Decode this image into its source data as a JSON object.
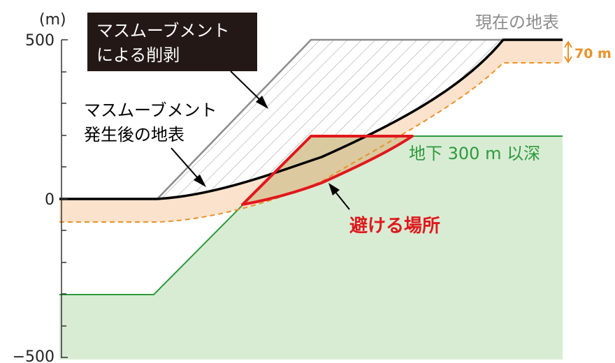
{
  "axis": {
    "unit": "(m)",
    "ticks": [
      {
        "value": 500,
        "label": "500"
      },
      {
        "value": 0,
        "label": "0"
      },
      {
        "value": -500,
        "label": "−500"
      }
    ]
  },
  "labels": {
    "current_surface": "現在の地表",
    "erosion_line1": "マスムーブメント",
    "erosion_line2": "による削剥",
    "after_line1": "マスムーブメント",
    "after_line2": "発生後の地表",
    "depth_zone": "地下 300 m 以深",
    "avoid_area": "避ける場所",
    "buffer": "70 m"
  },
  "colors": {
    "current_surface": "#8c8c8c",
    "after_surface": "#000000",
    "buffer_fill": "#fbe2cc",
    "buffer_line": "#e8922a",
    "deep_zone_fill": "#d8ecd4",
    "deep_zone_line": "#2e9a3c",
    "avoid_outline": "#e0181d",
    "avoid_fill": "#d9c79a",
    "erosion_box": "#231815",
    "hatch": "#9a9a9a"
  }
}
